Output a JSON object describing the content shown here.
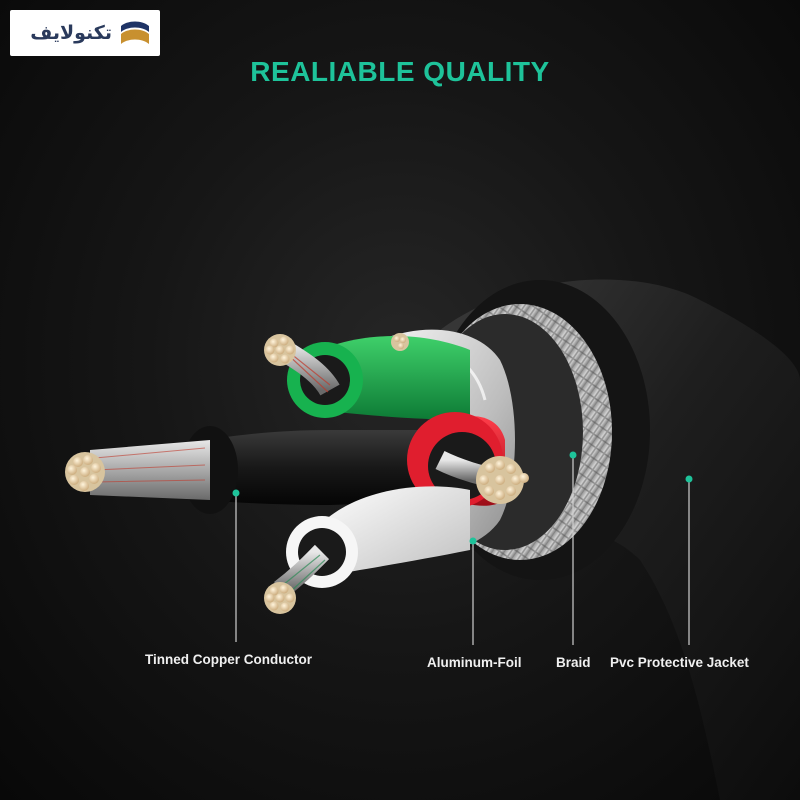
{
  "logo": {
    "text": "تکنولایف",
    "accent": "#1f3466",
    "accent2": "#c8902f"
  },
  "headline": {
    "text": "REALIABLE QUALITY",
    "color": "#1ec39a"
  },
  "labels": {
    "conductor": "Tinned Copper Conductor",
    "foil": "Aluminum-Foil",
    "braid": "Braid",
    "jacket": "Pvc Protective Jacket"
  },
  "colors": {
    "leader": "#1ec39a",
    "wire_green": "#14a84a",
    "wire_red": "#d8182a",
    "wire_white": "#f2f2f2",
    "wire_black": "#1a1a1a",
    "jacket": "#1c1c1c"
  }
}
